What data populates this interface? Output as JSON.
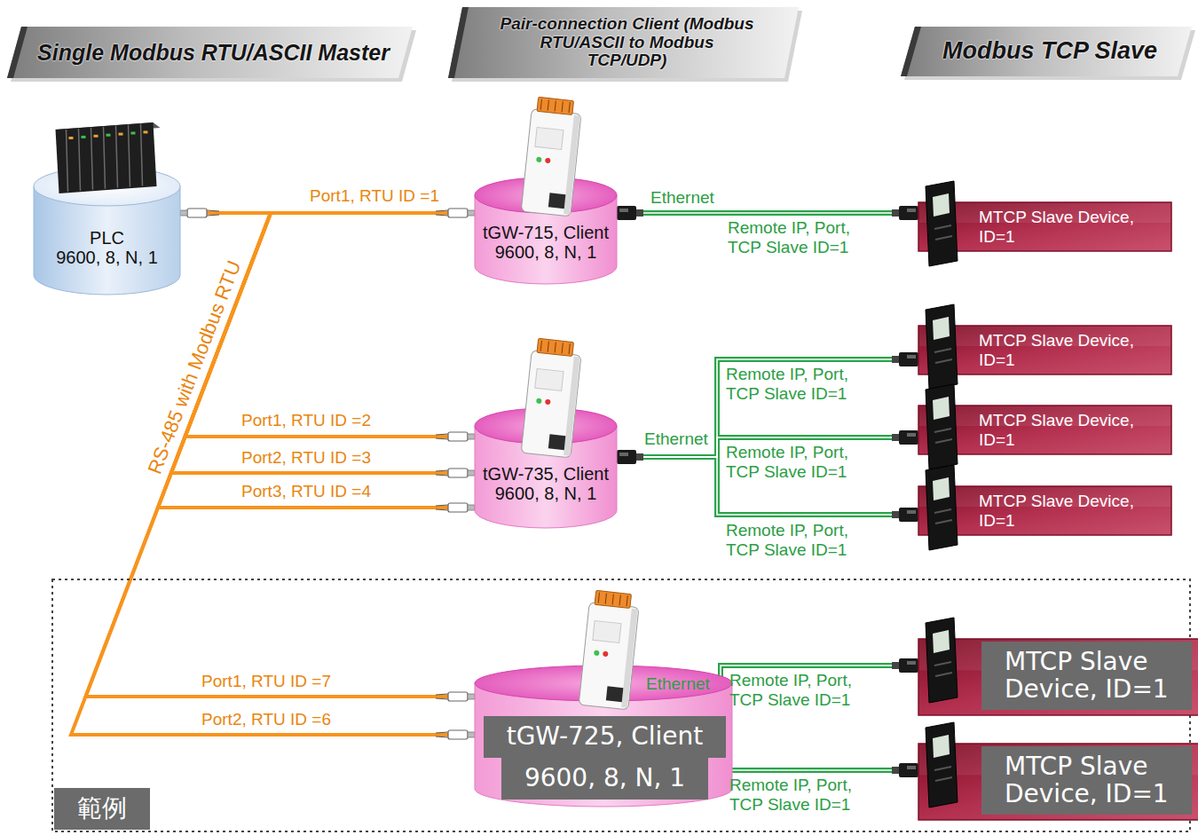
{
  "diagram": {
    "nodes": [
      {
        "text": [
          "Single Modbus RTU/ASCII Master"
        ]
      },
      {
        "text": [
          "Pair-connection Client (Modbus RTU/ASCII to Modbus TCP/UDP)"
        ]
      },
      {
        "text": [
          "Modbus TCP Slave"
        ]
      },
      {
        "text": [
          "PLC",
          "9600, 8, N, 1"
        ]
      },
      {
        "text": [
          "tGW-715, Client",
          "9600, 8, N, 1"
        ]
      },
      {
        "text": [
          "MTCP Slave Device, ID=1"
        ]
      },
      {
        "text": [
          "tGW-735, Client",
          "9600, 8, N, 1"
        ]
      },
      {
        "text": [
          "MTCP Slave Device, ID=1"
        ]
      },
      {
        "text": [
          "MTCP Slave Device, ID=1"
        ]
      },
      {
        "text": [
          "MTCP Slave Device, ID=1"
        ]
      },
      {
        "text": [
          "範例"
        ]
      },
      {
        "text": [
          "tGW-725, Client",
          "9600, 8, N, 1"
        ],
        "in": 10
      },
      {
        "text": [
          "MTCP Slave Device, ID=1"
        ],
        "in": 10
      },
      {
        "text": [
          "MTCP Slave Device, ID=1"
        ],
        "in": 10
      }
    ],
    "edges": [
      {
        "from": 3,
        "to": 4,
        "label": "Port1, RTU ID =1",
        "arrow": "none"
      },
      {
        "from": 4,
        "to": 5,
        "label": "Remote IP, Port, TCP Slave ID=1",
        "arrow": "none"
      },
      {
        "from": 3,
        "to": 6,
        "label": "Port1, RTU ID =2",
        "arrow": "none"
      },
      {
        "from": 3,
        "to": 6,
        "label": "Port2, RTU ID =3",
        "arrow": "none"
      },
      {
        "from": 3,
        "to": 6,
        "label": "Port3, RTU ID =4",
        "arrow": "none"
      },
      {
        "from": 6,
        "to": 7,
        "label": "Remote IP, Port, TCP Slave ID=1",
        "arrow": "none"
      },
      {
        "from": 6,
        "to": 8,
        "label": "Remote IP, Port, TCP Slave ID=1",
        "arrow": "none"
      },
      {
        "from": 6,
        "to": 9,
        "label": "Remote IP, Port, TCP Slave ID=1",
        "arrow": "none"
      },
      {
        "from": 3,
        "to": 11,
        "label": "Port1, RTU ID =7",
        "arrow": "none"
      },
      {
        "from": 3,
        "to": 11,
        "label": "Port2, RTU ID =6",
        "arrow": "none"
      },
      {
        "from": 11,
        "to": 12,
        "label": "Remote IP, Port, TCP Slave ID=1",
        "arrow": "none"
      },
      {
        "from": 11,
        "to": 13,
        "label": "Remote IP, Port, TCP Slave ID=1",
        "arrow": "none"
      }
    ],
    "labels": [
      "RS-485 with Modbus RTU",
      "Ethernet",
      "Ethernet",
      "Ethernet"
    ]
  }
}
